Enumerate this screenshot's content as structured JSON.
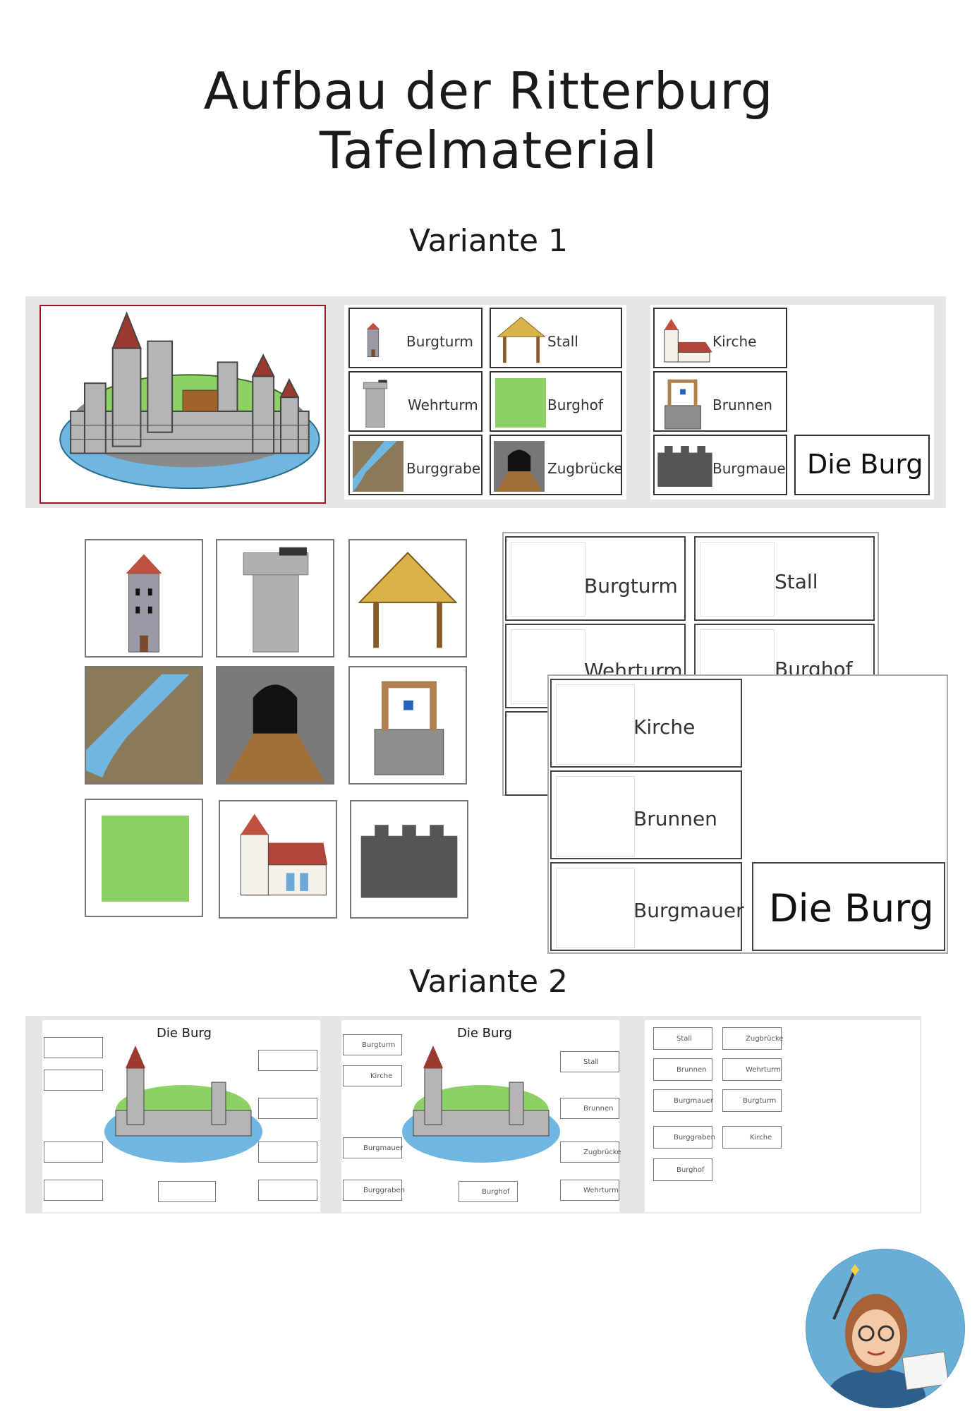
{
  "header": {
    "title_line1": "Aufbau der Ritterburg",
    "title_line2": "Tafelmaterial"
  },
  "section1": {
    "heading": "Variante 1"
  },
  "section2": {
    "heading": "Variante 2"
  },
  "cards": {
    "burgturm": "Burgturm",
    "stall": "Stall",
    "wehrturm": "Wehrturm",
    "burghof": "Burghof",
    "burggraben": "Burggraben",
    "zugbruecke": "Zugbrücke",
    "kirche": "Kirche",
    "brunnen": "Brunnen",
    "burgmauer": "Burgmauer",
    "die_burg": "Die Burg"
  },
  "worksheet": {
    "title": "Die Burg"
  },
  "colors": {
    "green": "#8cd066",
    "water": "#6fb7e0",
    "stone": "#9a9a9a",
    "roof": "#c0503f",
    "frame": "#8a1f2a"
  }
}
